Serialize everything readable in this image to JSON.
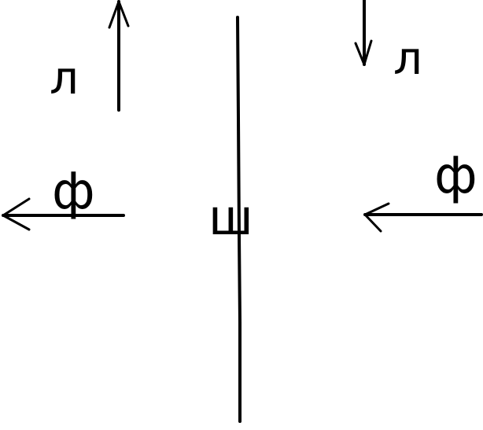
{
  "labels": {
    "l_left": "л",
    "l_right": "л",
    "f_left": "ф",
    "f_right": "ф",
    "center": "ш"
  },
  "stroke_color": "#000000",
  "background_color": "#ffffff"
}
